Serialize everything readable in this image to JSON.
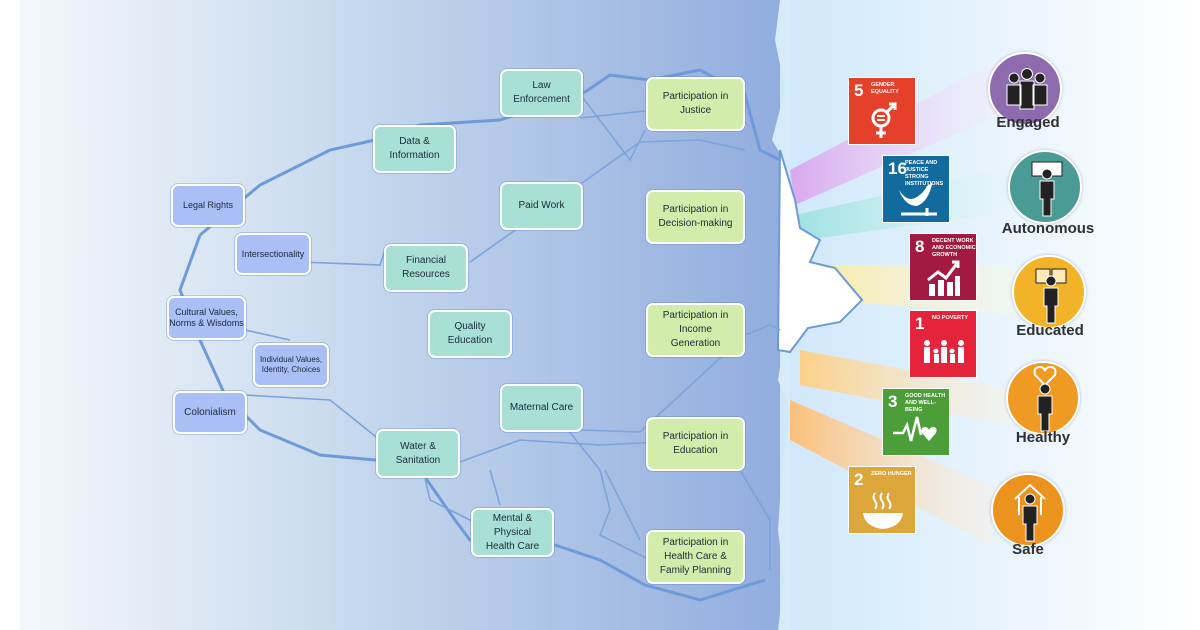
{
  "determinants": {
    "structural": [
      "Legal Rights",
      "Intersectionality",
      "Cultural Values, Norms & Wisdoms",
      "Individual Values, Identity, Choices",
      "Colonialism"
    ],
    "services": [
      "Law Enforcement",
      "Data & Information",
      "Paid Work",
      "Financial Resources",
      "Quality Education",
      "Maternal Care",
      "Water & Sanitation",
      "Mental & Physical Health Care"
    ],
    "participation": [
      "Participation in Justice",
      "Participation in Decision-making",
      "Participation in Income Generation",
      "Participation in Education",
      "Participation in Health Care & Family Planning"
    ]
  },
  "sdgs": [
    {
      "num": "5",
      "title": "Gender Equality",
      "color": "#e5402a",
      "icon": "gender-equality-icon"
    },
    {
      "num": "16",
      "title": "Peace and Justice Strong Institutions",
      "color": "#136a9f",
      "icon": "dove-gavel-icon"
    },
    {
      "num": "8",
      "title": "Decent Work and Economic Growth",
      "color": "#a21942",
      "icon": "growth-chart-icon"
    },
    {
      "num": "1",
      "title": "No Poverty",
      "color": "#e5243b",
      "icon": "family-icon"
    },
    {
      "num": "3",
      "title": "Good Health and Well-Being",
      "color": "#4c9f38",
      "icon": "heartbeat-icon"
    },
    {
      "num": "2",
      "title": "Zero Hunger",
      "color": "#dda63a",
      "icon": "bowl-icon"
    }
  ],
  "outcomes": [
    {
      "label": "Engaged",
      "color": "#8e6aaf"
    },
    {
      "label": "Autonomous",
      "color": "#4a9b96"
    },
    {
      "label": "Educated",
      "color": "#f2b328"
    },
    {
      "label": "Healthy",
      "color": "#ef9a22"
    },
    {
      "label": "Safe",
      "color": "#ec931d"
    }
  ]
}
